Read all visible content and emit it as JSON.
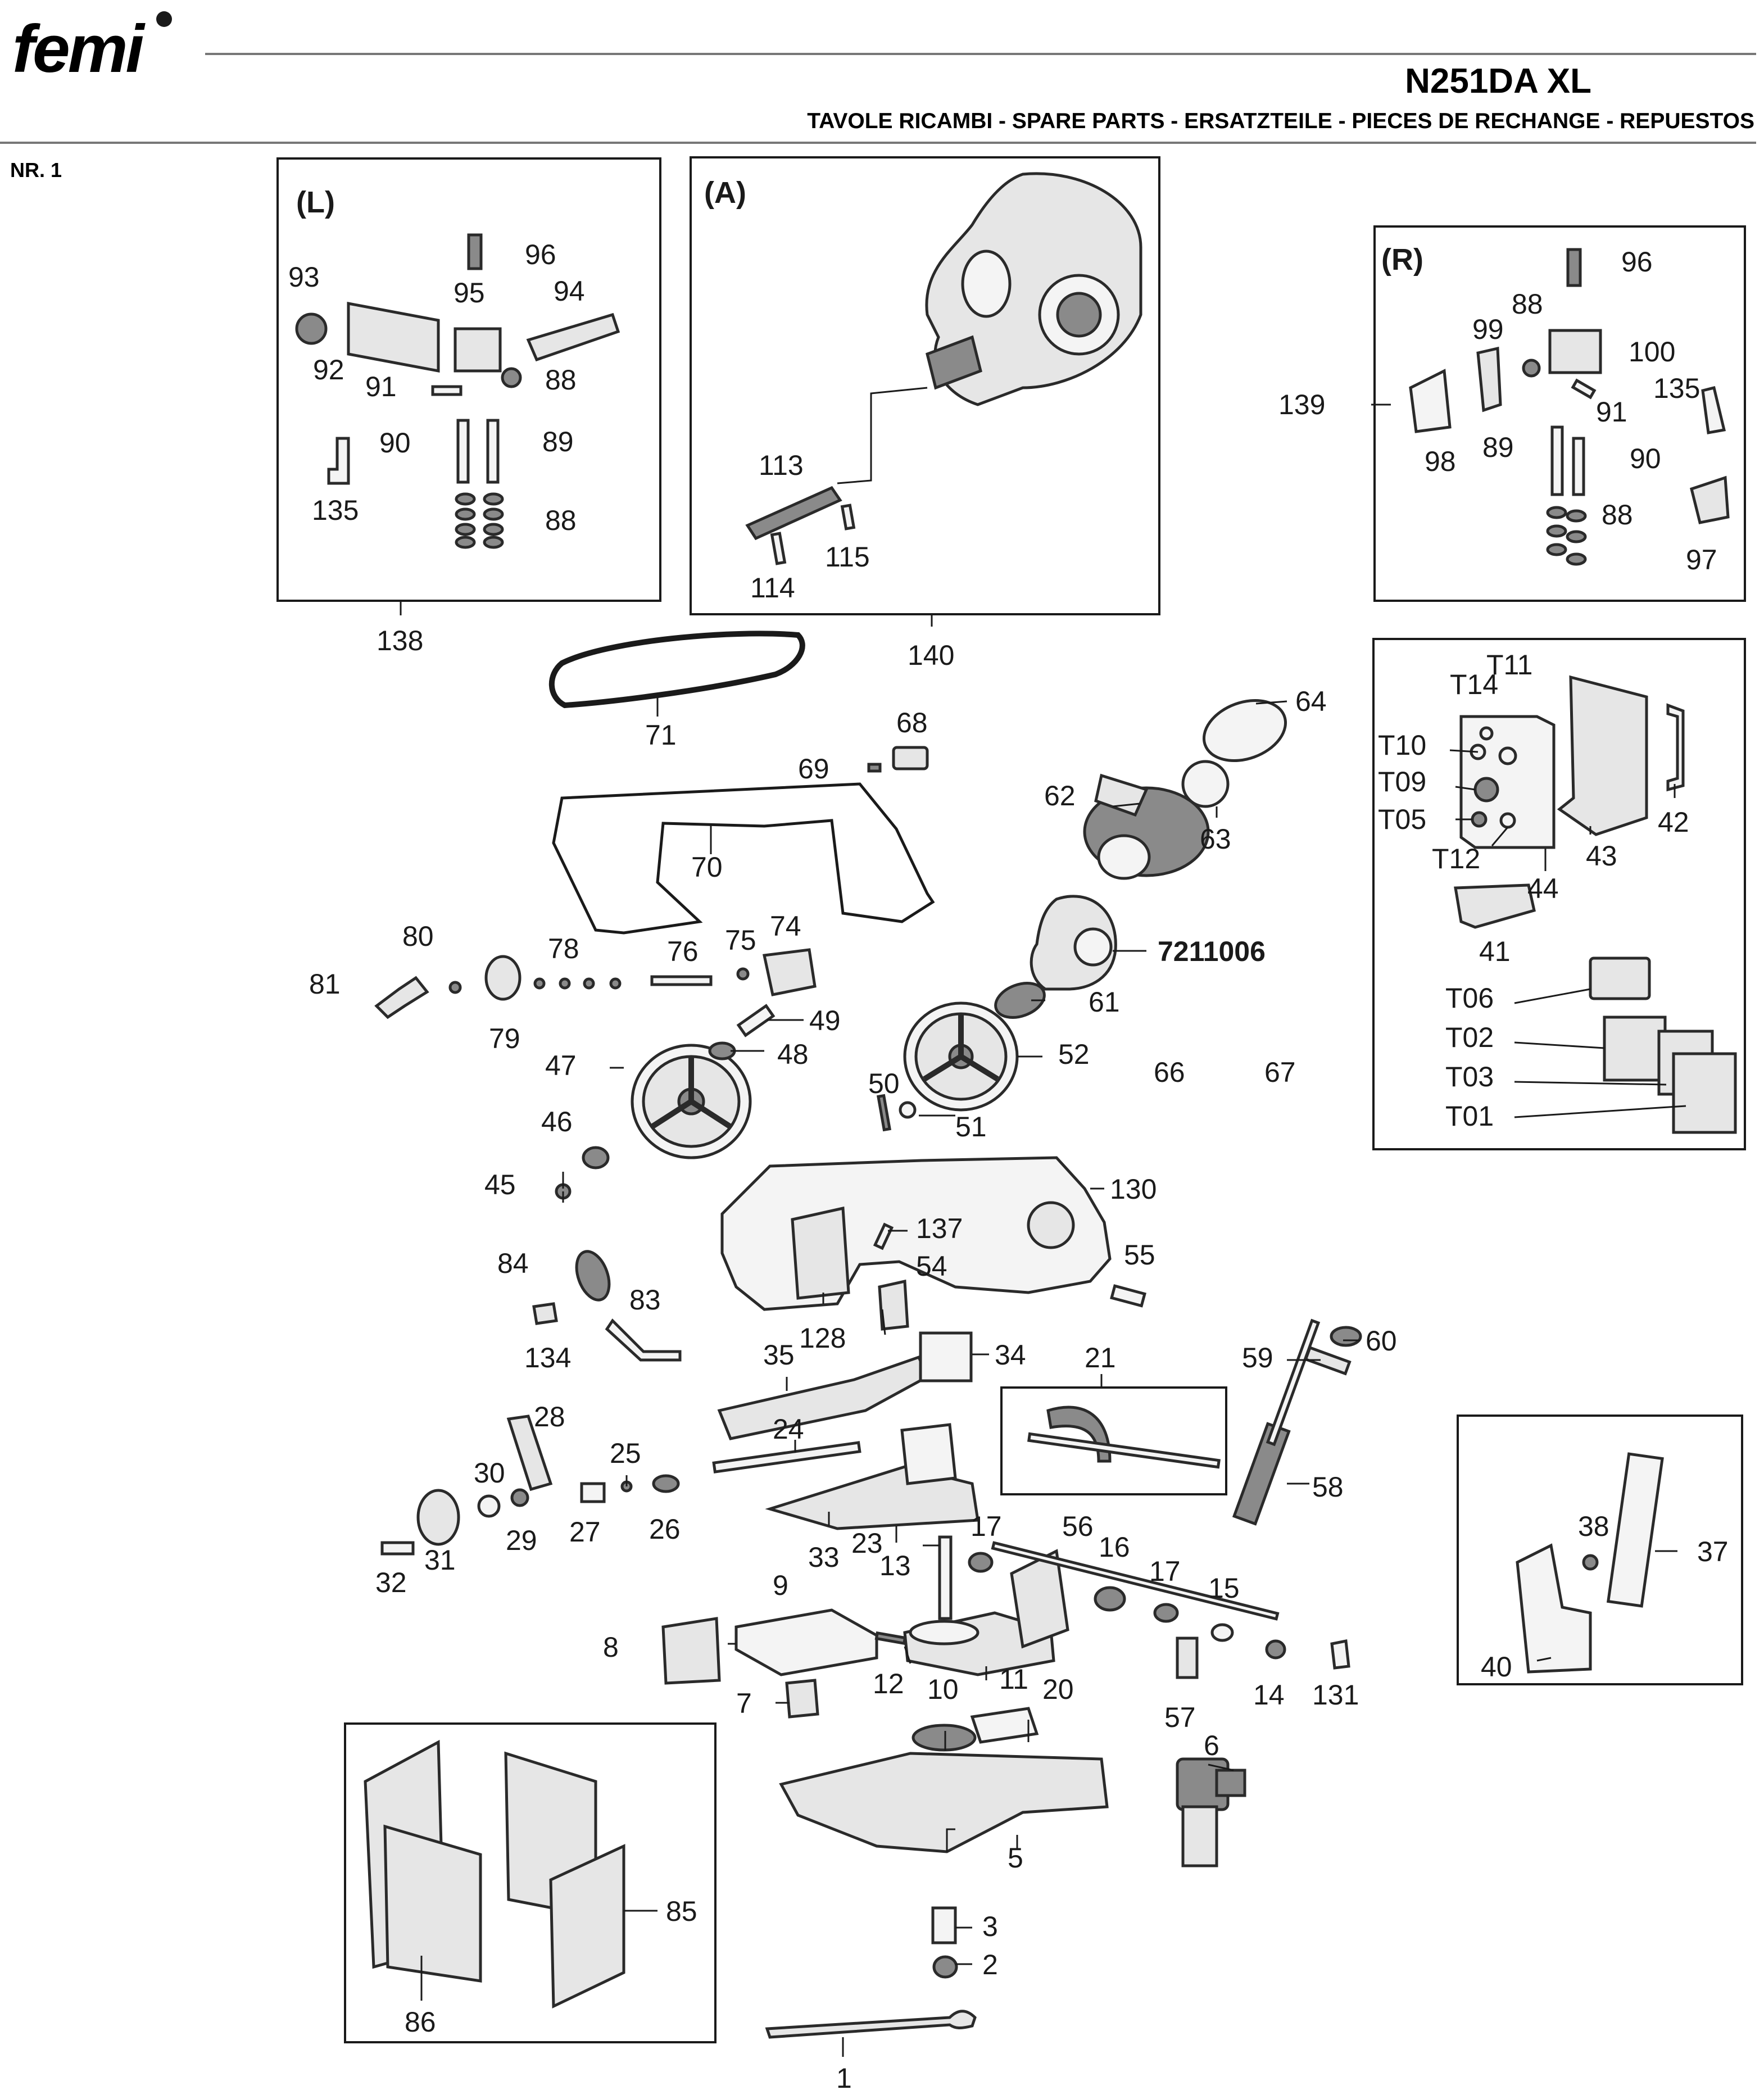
{
  "header": {
    "brand": "femi",
    "model": "N251DA XL",
    "subtitle": "TAVOLE RICAMBI - SPARE PARTS - ERSATZTEILE - PIECES DE RECHANGE - REPUESTOS",
    "table_number": "NR. 1"
  },
  "boxes": {
    "L": "(L)",
    "A": "(A)",
    "R": "(R)"
  },
  "labels": {
    "n1": "1",
    "n2": "2",
    "n3": "3",
    "n5": "5",
    "n6": "6",
    "n7": "7",
    "n8": "8",
    "n9": "9",
    "n10": "10",
    "n11": "11",
    "n12": "12",
    "n13": "13",
    "n14": "14",
    "n15": "15",
    "n16": "16",
    "n17": "17",
    "n20": "20",
    "n21": "21",
    "n23": "23",
    "n24": "24",
    "n25": "25",
    "n26": "26",
    "n27": "27",
    "n28": "28",
    "n29": "29",
    "n30": "30",
    "n31": "31",
    "n32": "32",
    "n33": "33",
    "n34": "34",
    "n35": "35",
    "n37": "37",
    "n38": "38",
    "n40": "40",
    "n41": "41",
    "n42": "42",
    "n43": "43",
    "n44": "44",
    "n45": "45",
    "n46": "46",
    "n47": "47",
    "n48": "48",
    "n49": "49",
    "n50": "50",
    "n51": "51",
    "n52": "52",
    "n54": "54",
    "n55": "55",
    "n56": "56",
    "n57": "57",
    "n58": "58",
    "n59": "59",
    "n60": "60",
    "n61": "61",
    "n62": "62",
    "n63": "63",
    "n64": "64",
    "n66": "66",
    "n67": "67",
    "n68": "68",
    "n69": "69",
    "n70": "70",
    "n71": "71",
    "n74": "74",
    "n75": "75",
    "n76": "76",
    "n78": "78",
    "n79": "79",
    "n80": "80",
    "n81": "81",
    "n83": "83",
    "n84": "84",
    "n85": "85",
    "n86": "86",
    "n88": "88",
    "n89": "89",
    "n90": "90",
    "n91": "91",
    "n92": "92",
    "n93": "93",
    "n94": "94",
    "n95": "95",
    "n96": "96",
    "n97": "97",
    "n98": "98",
    "n99": "99",
    "n100": "100",
    "n113": "113",
    "n114": "114",
    "n115": "115",
    "n128": "128",
    "n130": "130",
    "n131": "131",
    "n134": "134",
    "n135": "135",
    "n137": "137",
    "n138": "138",
    "n139": "139",
    "n140": "140",
    "t01": "T01",
    "t02": "T02",
    "t03": "T03",
    "t05": "T05",
    "t06": "T06",
    "t09": "T09",
    "t10": "T10",
    "t11": "T11",
    "t12": "T12",
    "t14": "T14",
    "gearbox_code": "7211006"
  }
}
